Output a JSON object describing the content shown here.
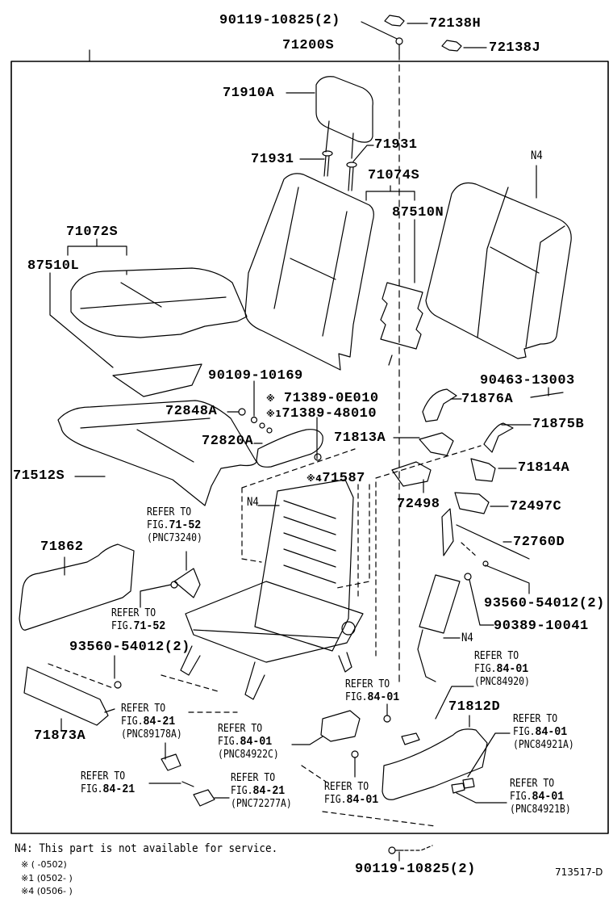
{
  "assembly": {
    "part_number": "71200S",
    "figure_id": "713517-D"
  },
  "parts": {
    "p90119_top": "90119-10825(2)",
    "p72138H": "72138H",
    "p72138J": "72138J",
    "p71910A": "71910A",
    "p71931_left": "71931",
    "p71931_right": "71931",
    "p71074S": "71074S",
    "p87510N": "87510N",
    "p71072S": "71072S",
    "p87510L": "87510L",
    "p90109": "90109-10169",
    "p71389_a": "71389-0E010",
    "p71389_a_mark": "※",
    "p71389_b": "71389-48010",
    "p71389_b_mark": "※1",
    "p72848A": "72848A",
    "p72820A": "72820A",
    "p71813A": "71813A",
    "p71512S": "71512S",
    "p71587": "71587",
    "p71587_mark": "※4",
    "p90463": "90463-13003",
    "p71876A": "71876A",
    "p71875B": "71875B",
    "p71814A": "71814A",
    "p72498": "72498",
    "p72497C": "72497C",
    "p72760D": "72760D",
    "p93560_right": "93560-54012(2)",
    "p90389": "90389-10041",
    "p71862": "71862",
    "p93560_left": "93560-54012(2)",
    "p71873A": "71873A",
    "p71812D": "71812D",
    "p90119_bottom": "90119-10825(2)",
    "n4_backcover": "N4",
    "n4_frame": "N4",
    "n4_airbag": "N4"
  },
  "references": [
    {
      "line1": "REFER TO",
      "fig_prefix": "FIG.",
      "fig": "71-52",
      "pnc": "(PNC73240)"
    },
    {
      "line1": "REFER TO",
      "fig_prefix": "FIG.",
      "fig": "71-52",
      "pnc": ""
    },
    {
      "line1": "REFER TO",
      "fig_prefix": "FIG.",
      "fig": "84-01",
      "pnc": "(PNC84920)"
    },
    {
      "line1": "REFER TO",
      "fig_prefix": "FIG.",
      "fig": "84-01",
      "pnc": ""
    },
    {
      "line1": "REFER TO",
      "fig_prefix": "FIG.",
      "fig": "84-21",
      "pnc": "(PNC89178A)"
    },
    {
      "line1": "REFER TO",
      "fig_prefix": "FIG.",
      "fig": "84-01",
      "pnc": "(PNC84922C)"
    },
    {
      "line1": "REFER TO",
      "fig_prefix": "FIG.",
      "fig": "84-01",
      "pnc": "(PNC84921A)"
    },
    {
      "line1": "REFER TO",
      "fig_prefix": "FIG.",
      "fig": "84-21",
      "pnc": ""
    },
    {
      "line1": "REFER TO",
      "fig_prefix": "FIG.",
      "fig": "84-21",
      "pnc": "(PNC72277A)"
    },
    {
      "line1": "REFER TO",
      "fig_prefix": "FIG.",
      "fig": "84-01",
      "pnc": ""
    },
    {
      "line1": "REFER TO",
      "fig_prefix": "FIG.",
      "fig": "84-01",
      "pnc": "(PNC84921B)"
    }
  ],
  "notes": {
    "n4": "N4: This part is not available for service.",
    "mark": "※ (     -0502)",
    "mark1": "※1 (0502-     )",
    "mark4": "※4 (0506-     )"
  }
}
